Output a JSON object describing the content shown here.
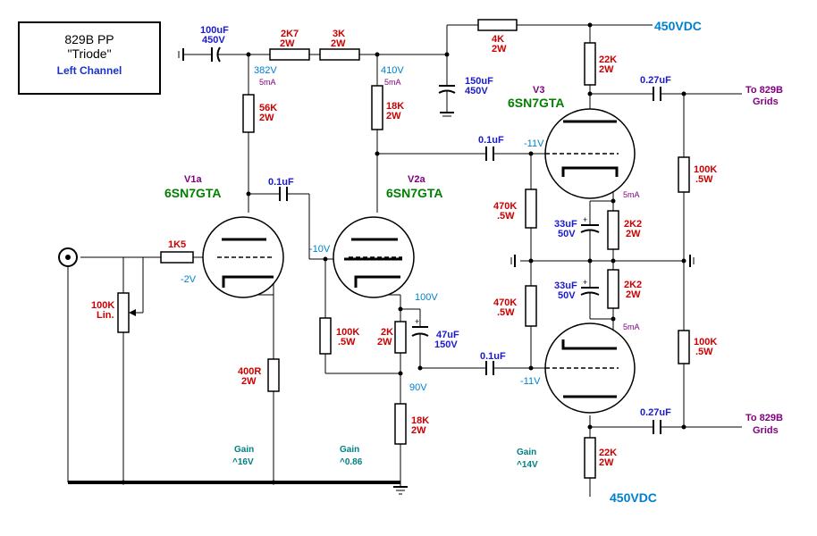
{
  "title": {
    "line1": "829B  PP",
    "line2": "\"Triode\"",
    "line3": "Left Channel"
  },
  "supply": {
    "top": "450VDC",
    "bottom": "450VDC"
  },
  "tubes": {
    "v1a": {
      "designator": "V1a",
      "type": "6SN7GTA"
    },
    "v2a": {
      "designator": "V2a",
      "type": "6SN7GTA"
    },
    "v3": {
      "designator": "V3",
      "type": "6SN7GTA"
    }
  },
  "components": {
    "c_in": {
      "value": "100uF",
      "rating": "450V"
    },
    "r_2k7": {
      "value": "2K7",
      "rating": "2W"
    },
    "r_3k": {
      "value": "3K",
      "rating": "2W"
    },
    "r_4k": {
      "value": "4K",
      "rating": "2W"
    },
    "c_150": {
      "value": "150uF",
      "rating": "450V"
    },
    "r_56k": {
      "value": "56K",
      "rating": "2W"
    },
    "r_18k_top": {
      "value": "18K",
      "rating": "2W"
    },
    "c_01_v1": {
      "value": "0.1uF"
    },
    "c_01_v2top": {
      "value": "0.1uF"
    },
    "c_01_v2bot": {
      "value": "0.1uF"
    },
    "r_1k5": {
      "value": "1K5"
    },
    "pot_100k": {
      "value": "100K",
      "rating": "Lin."
    },
    "r_400": {
      "value": "400R",
      "rating": "2W"
    },
    "r_100k_v2": {
      "value": "100K",
      "rating": ".5W"
    },
    "r_2k_cath": {
      "value": "2K",
      "rating": "2W"
    },
    "c_47": {
      "value": "47uF",
      "rating": "150V"
    },
    "r_18k_bot": {
      "value": "18K",
      "rating": "2W"
    },
    "r_470k_top": {
      "value": "470K",
      "rating": ".5W"
    },
    "r_470k_bot": {
      "value": "470K",
      "rating": ".5W"
    },
    "c_33_top": {
      "value": "33uF",
      "rating": "50V"
    },
    "c_33_bot": {
      "value": "33uF",
      "rating": "50V"
    },
    "r_2k2_top": {
      "value": "2K2",
      "rating": "2W"
    },
    "r_2k2_bot": {
      "value": "2K2",
      "rating": "2W"
    },
    "r_22k_top": {
      "value": "22K",
      "rating": "2W"
    },
    "r_22k_bot": {
      "value": "22K",
      "rating": "2W"
    },
    "c_027_top": {
      "value": "0.27uF"
    },
    "c_027_bot": {
      "value": "0.27uF"
    },
    "r_100k_out_top": {
      "value": "100K",
      "rating": ".5W"
    },
    "r_100k_out_bot": {
      "value": "100K",
      "rating": ".5W"
    }
  },
  "voltages": {
    "v382": "382V",
    "i5_1": "5mA",
    "v410": "410V",
    "i5_2": "5mA",
    "vg_v1": "-2V",
    "vg_v2": "-10V",
    "vg_v3top": "-11V",
    "vg_v3bot": "-11V",
    "v100": "100V",
    "v90": "90V",
    "i5_top": "5mA",
    "i5_bot": "5mA"
  },
  "outputs": {
    "top": {
      "line1": "To  829B",
      "line2": "Grids"
    },
    "bottom": {
      "line1": "To  829B",
      "line2": "Grids"
    }
  },
  "gains": {
    "v1": {
      "label": "Gain",
      "value": "^16V"
    },
    "v2": {
      "label": "Gain",
      "value": "^0.86"
    },
    "v3": {
      "label": "Gain",
      "value": "^14V"
    }
  }
}
